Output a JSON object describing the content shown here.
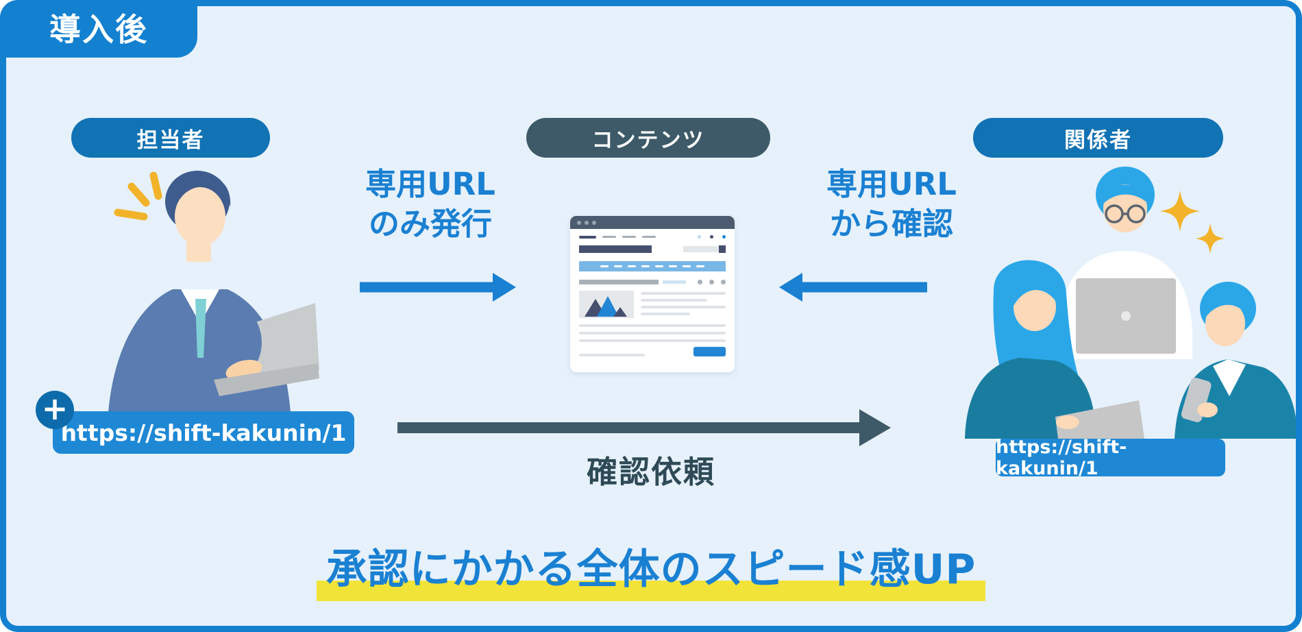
{
  "badge": {
    "label": "導入後"
  },
  "pills": {
    "tantousha": "担当者",
    "contents": "コンテンツ",
    "kankeisha": "関係者"
  },
  "labels": {
    "issue_line1": "専用URL",
    "issue_line2": "のみ発行",
    "confirm_line1": "専用URL",
    "confirm_line2": "から確認",
    "request": "確認依頼",
    "headline": "承認にかかる全体のスピード感UP"
  },
  "url_badges": {
    "left": "https://shift-kakunin/1",
    "right": "https://shift-kakunin/1"
  },
  "icons": {
    "plus": "+"
  },
  "colors": {
    "frame_blue": "#1380d0",
    "pill_blue": "#1172b4",
    "slate": "#3e5a68",
    "accent_blue": "#1a80d2",
    "url_badge_blue": "#1e88d5",
    "plus_circle_blue": "#0d6bab",
    "background": "#e6f1fb",
    "highlight_yellow": "#f2e339",
    "sparkle_yellow": "#f2b32a"
  }
}
